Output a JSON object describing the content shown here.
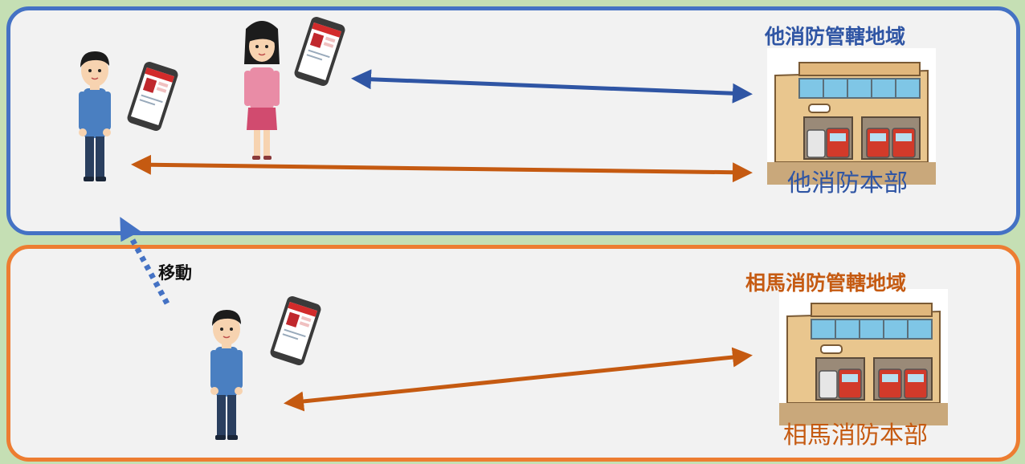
{
  "top_region": {
    "title": "他消防管轄地域",
    "hq_label": "他消防本部",
    "color": "#4472c4"
  },
  "bottom_region": {
    "title": "相馬消防管轄地域",
    "hq_label": "相馬消防本部",
    "color": "#ed7d31"
  },
  "move_label": "移動",
  "colors": {
    "arrow_blue": "#2f55a4",
    "arrow_orange": "#c55a11",
    "hq_text_blue": "#2f55a4",
    "hq_text_orange": "#c55a11",
    "background": "#c5dfb4",
    "panel": "#f2f2f2"
  },
  "icons": [
    "man-icon",
    "woman-icon",
    "smartphone-icon",
    "fire-station-icon"
  ]
}
